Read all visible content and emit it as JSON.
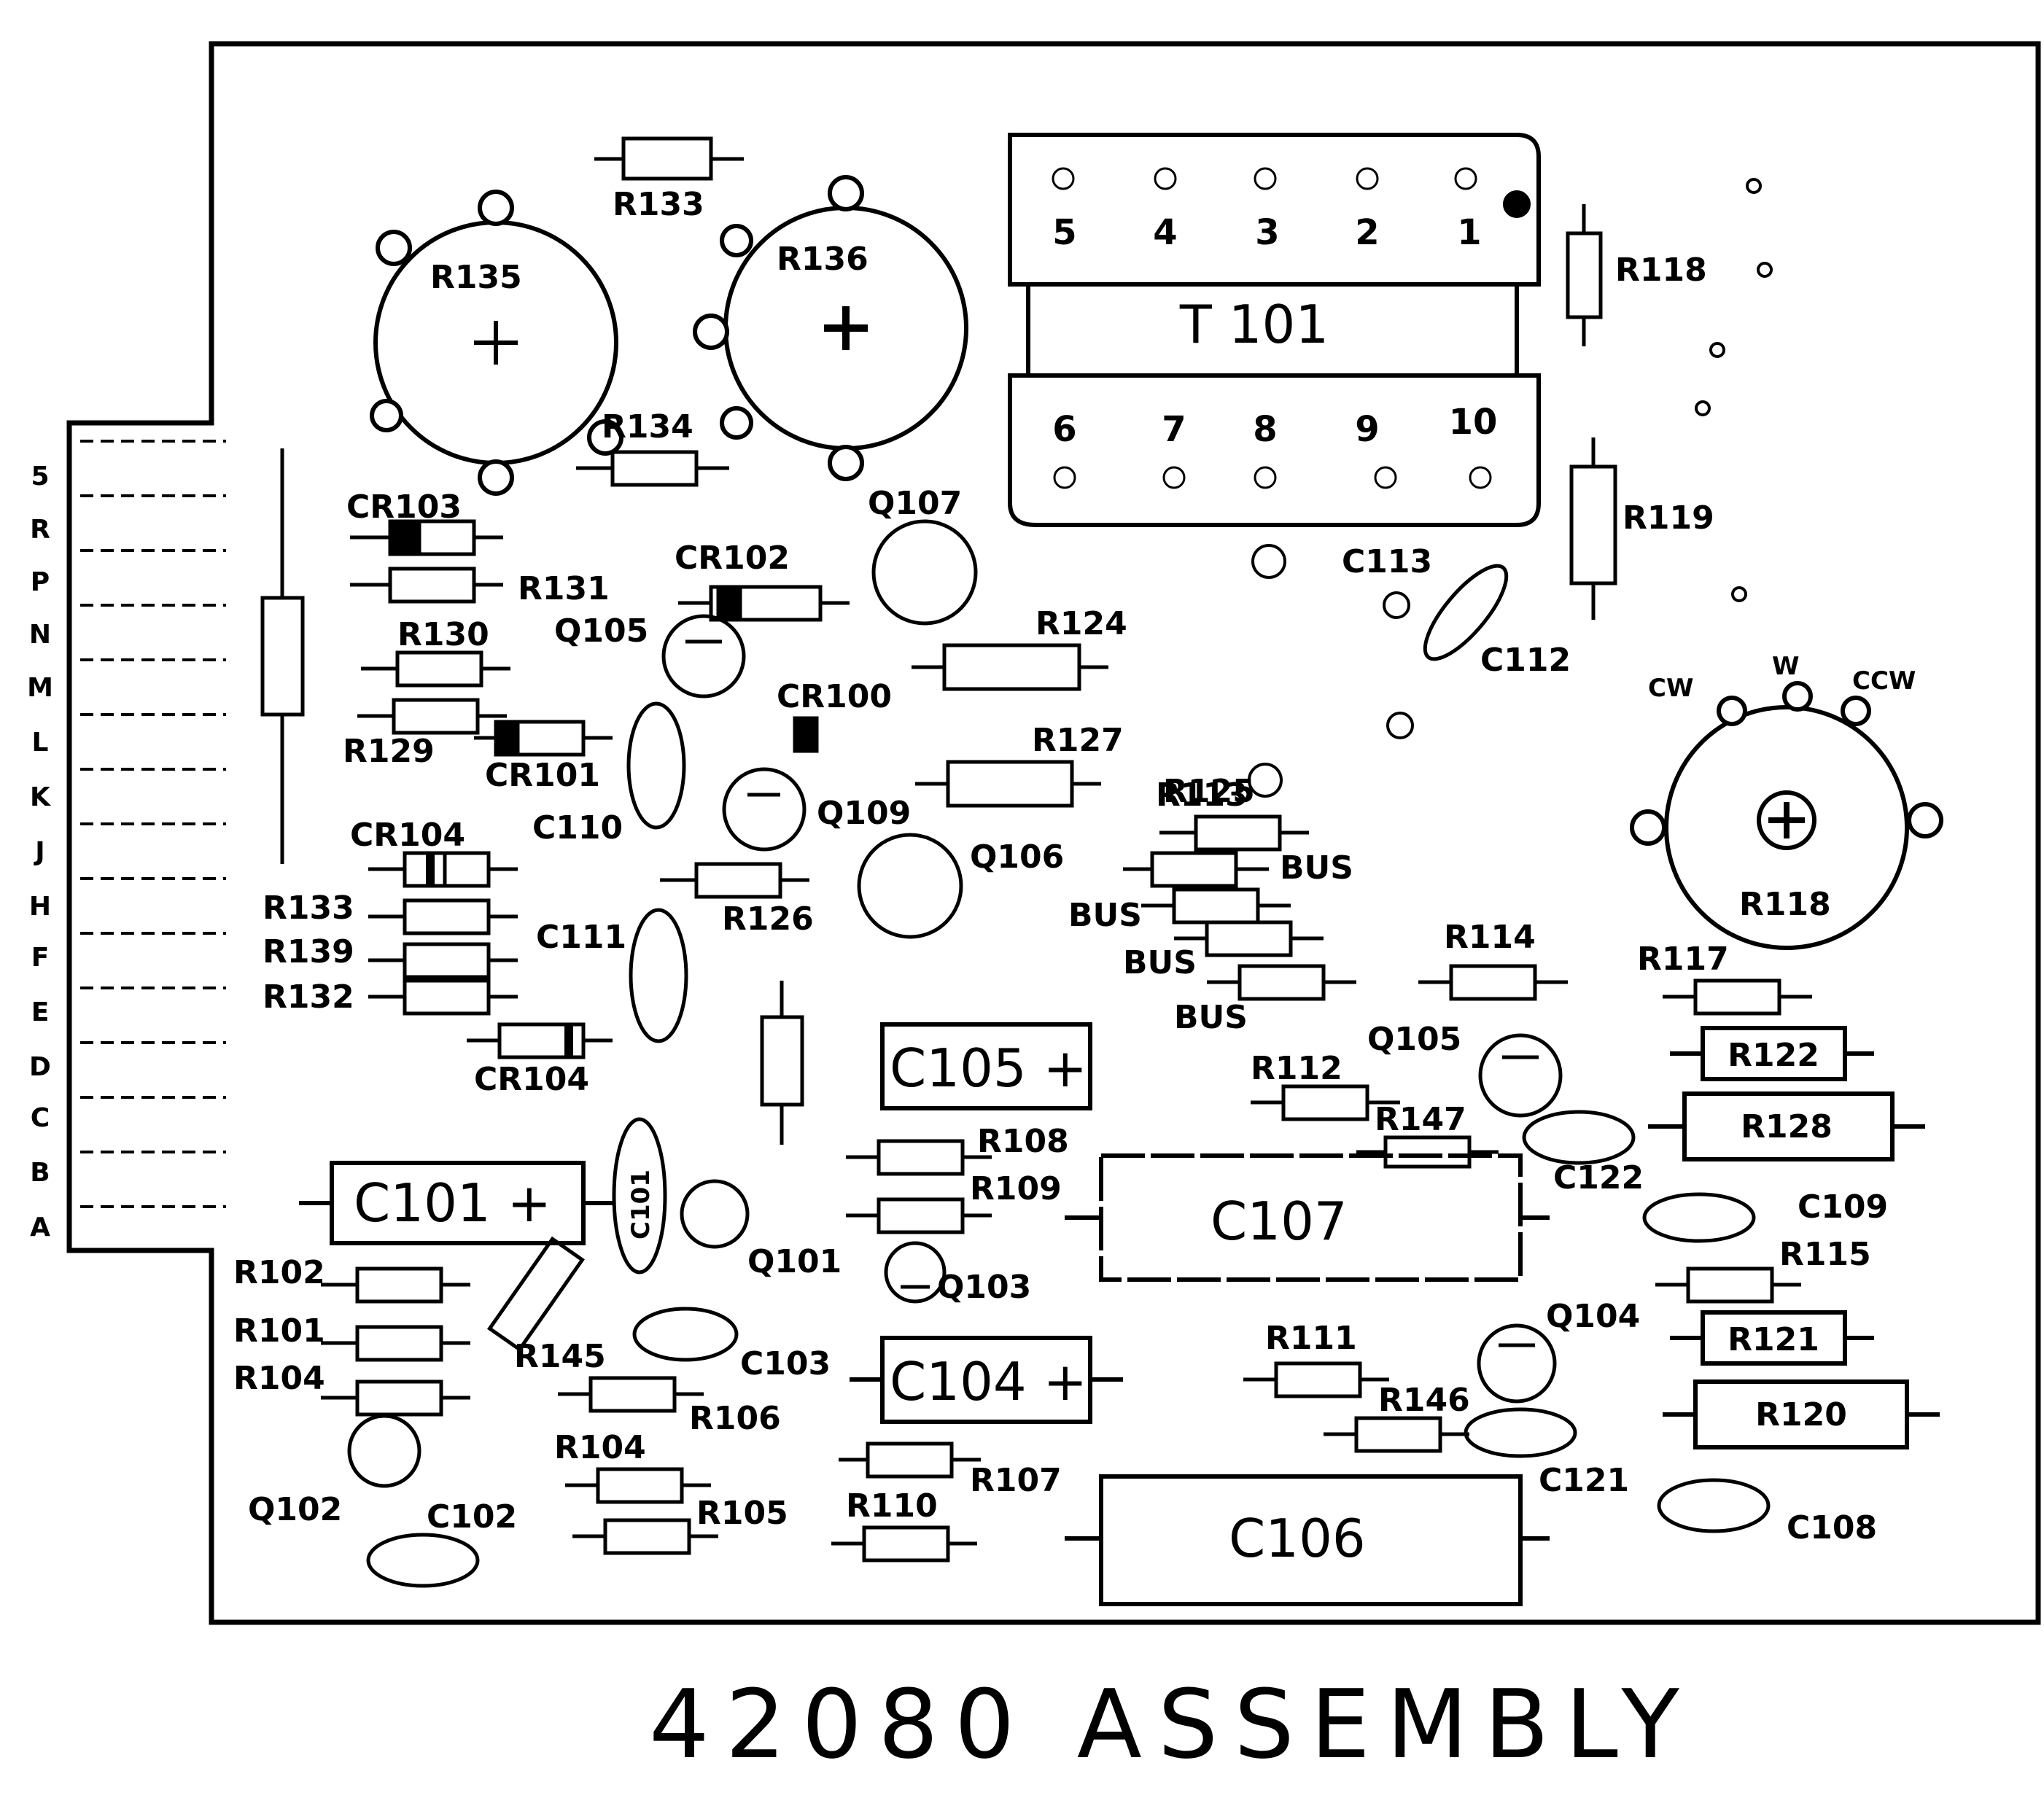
{
  "caption": "42080 ASSEMBLY",
  "edge_connector_pins": [
    "5",
    "R",
    "P",
    "N",
    "M",
    "L",
    "K",
    "J",
    "H",
    "F",
    "E",
    "D",
    "C",
    "B",
    "A"
  ],
  "transformer": {
    "name": "T 101",
    "top_pins": [
      "5",
      "4",
      "3",
      "2",
      "1"
    ],
    "bottom_pins": [
      "6",
      "7",
      "8",
      "9",
      "10"
    ]
  },
  "potentiometers": [
    "R135",
    "R136",
    "R118"
  ],
  "pot_terminals": [
    "CW",
    "W",
    "CCW"
  ],
  "capacitor_boxes": [
    "C101 +",
    "C105 +",
    "C104 +",
    "C107",
    "C106"
  ],
  "resistor_boxes": [
    "R122",
    "R128",
    "R121",
    "R120"
  ],
  "labels": {
    "rtop": "R133",
    "r134": "R134",
    "cr103": "CR103",
    "r131": "R131",
    "r130": "R130",
    "r129": "R129",
    "cr101": "CR101",
    "cr102": "CR102",
    "cr100": "CR100",
    "cr104a": "CR104",
    "cr104b": "CR104",
    "r124": "R124",
    "r125": "R125",
    "r127": "R127",
    "r126": "R126",
    "q107": "Q107",
    "q105a": "Q105",
    "q109": "Q109",
    "q106": "Q106",
    "c110": "C110",
    "c111": "C111",
    "r133a": "R133",
    "r139": "R139",
    "r132": "R132",
    "r119": "R119",
    "r118": "R118",
    "c113": "C113",
    "c112": "C112",
    "r113": "R113",
    "bus1": "BUS",
    "bus2": "BUS",
    "bus3": "BUS",
    "bus4": "BUS",
    "r114": "R114",
    "r117": "R117",
    "q105b": "Q105",
    "r112": "R112",
    "r147": "R147",
    "c122": "C122",
    "c109": "C109",
    "r115": "R115",
    "r108": "R108",
    "r109": "R109",
    "q101": "Q101",
    "q103": "Q103",
    "r102": "R102",
    "r101": "R101",
    "r104a": "R104",
    "r145": "R145",
    "c103": "C103",
    "r106": "R106",
    "r104b": "R104",
    "r105": "R105",
    "r110": "R110",
    "r107": "R107",
    "q102": "Q102",
    "c102": "C102",
    "r111": "R111",
    "q104": "Q104",
    "r146": "R146",
    "c121": "C121",
    "c108": "C108",
    "c101v": "C101"
  }
}
